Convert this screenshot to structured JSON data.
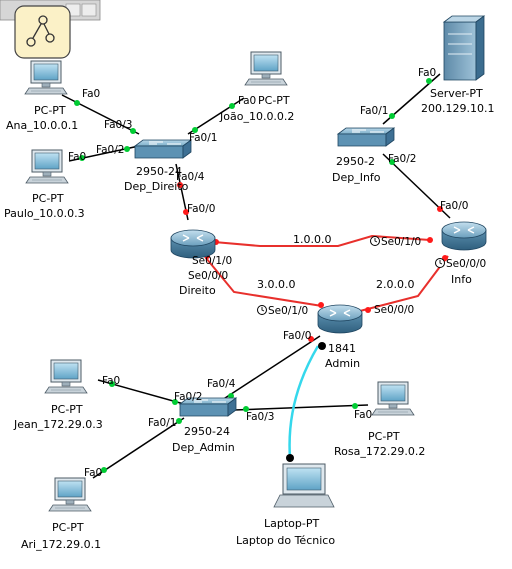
{
  "devices": {
    "ana": {
      "type": "PC-PT",
      "name": "Ana_10.0.0.1"
    },
    "paulo": {
      "type": "PC-PT",
      "name": "Paulo_10.0.0.3"
    },
    "joao": {
      "type": "PC-PT",
      "name": "João_10.0.0.2"
    },
    "dep_direito": {
      "model": "2950-24",
      "model_visible": "2950-24",
      "name": "Dep_Direito"
    },
    "direito": {
      "name": "Direito"
    },
    "server": {
      "type": "Server-PT",
      "name": "200.129.10.1"
    },
    "dep_info": {
      "model": "2950-2",
      "name": "Dep_Info"
    },
    "info": {
      "name": "Info"
    },
    "admin": {
      "model": "1841",
      "name": "Admin"
    },
    "dep_admin": {
      "model": "2950-24",
      "name": "Dep_Admin"
    },
    "jean": {
      "type": "PC-PT",
      "name": "Jean_172.29.0.3"
    },
    "ari": {
      "type": "PC-PT",
      "name": "Ari_172.29.0.1"
    },
    "rosa": {
      "type": "PC-PT",
      "name": "Rosa_172.29.0.2"
    },
    "laptop": {
      "type": "Laptop-PT",
      "name": "Laptop do Técnico"
    }
  },
  "ports": {
    "ana_fa0": "Fa0",
    "ana_sw": "Fa0/3",
    "paulo_fa0": "Fa0",
    "paulo_sw": "Fa0/2",
    "joao_fa0": "Fa0",
    "joao_sw": "Fa0/1",
    "dd_up": "Fa0/4",
    "direito_fa": "Fa0/0",
    "direito_se010": "Se0/1/0",
    "direito_se000": "Se0/0/0",
    "server_fa0": "Fa0",
    "depinfo_fa01": "Fa0/1",
    "depinfo_fa02": "Fa0/2",
    "info_fa00": "Fa0/0",
    "info_se010": "Se0/1/0",
    "info_se000": "Se0/0/0",
    "admin_se010": "Se0/1/0",
    "admin_se000": "Se0/0/0",
    "admin_fa00": "Fa0/0",
    "da_fa04": "Fa0/4",
    "da_fa02": "Fa0/2",
    "da_fa01": "Fa0/1",
    "da_fa03": "Fa0/3",
    "jean_fa0": "Fa0",
    "ari_fa0": "Fa0",
    "rosa_fa0": "Fa0"
  },
  "networks": {
    "net1": "1.0.0.0",
    "net2": "2.0.0.0",
    "net3": "3.0.0.0"
  },
  "colors": {
    "link_green": "#00cc33",
    "link_red": "#ff1a1a",
    "serial_red": "#e8302c",
    "cable_black": "#000000",
    "console_cyan": "#35d8ec",
    "device_blue": "#4a86a8"
  }
}
